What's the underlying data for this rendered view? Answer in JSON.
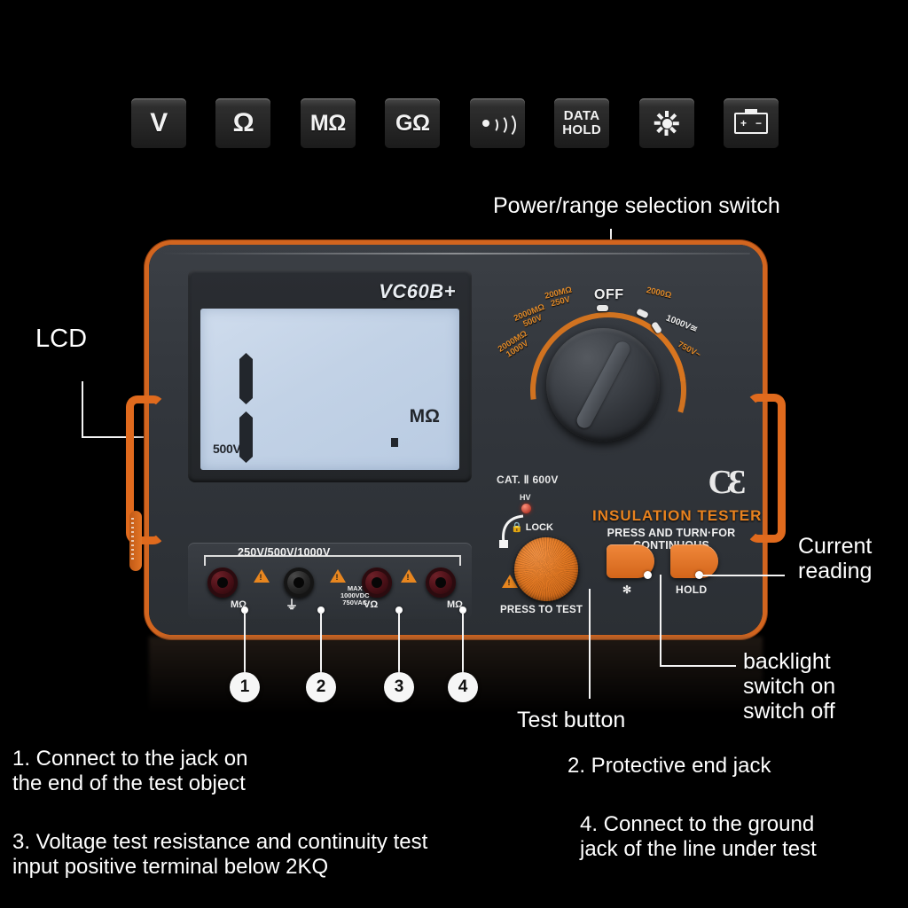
{
  "icon_strip": [
    {
      "name": "volts-icon",
      "glyph": "V",
      "type": "text"
    },
    {
      "name": "ohm-icon",
      "glyph": "Ω",
      "type": "text"
    },
    {
      "name": "megaohm-icon",
      "glyph": "MΩ",
      "type": "text-small"
    },
    {
      "name": "gigaohm-icon",
      "glyph": "GΩ",
      "type": "text-small"
    },
    {
      "name": "continuity-icon",
      "glyph": "",
      "type": "wave"
    },
    {
      "name": "data-hold-icon",
      "glyph": "DATA\nHOLD",
      "type": "twoline"
    },
    {
      "name": "backlight-icon",
      "glyph": "",
      "type": "sun"
    },
    {
      "name": "battery-icon",
      "glyph": "",
      "type": "battery"
    }
  ],
  "battery_icon": {
    "plus": "+",
    "minus": "−"
  },
  "device": {
    "model": "VC60B+",
    "brand": "INSULATION TESTER",
    "cat_rating": "CAT. Ⅱ  600V",
    "ce_mark": "CƐ",
    "hv_label": "HV",
    "lock_label": "LOCK",
    "lock_icon": "🔒",
    "press_and_turn": "PRESS AND TURN·FOR\nCONTINUOUS",
    "press_to_test": "PRESS TO TEST",
    "backlight_button_label": "✻",
    "hold_button_label": "HOLD"
  },
  "lcd": {
    "reading": "1",
    "unit": "MΩ",
    "voltage_annunciator": "500V"
  },
  "dial": {
    "off_label": "OFF",
    "positions": [
      {
        "name": "range-2000mohm-1000v",
        "label": "2000MΩ\n1000V",
        "color": "#e08a2a"
      },
      {
        "name": "range-2000mohm-500v",
        "label": "2000MΩ\n500V",
        "color": "#e08a2a"
      },
      {
        "name": "range-200mohm-250v",
        "label": "200MΩ\n250V",
        "color": "#e08a2a"
      },
      {
        "name": "range-2000ohm",
        "label": "2000Ω",
        "color": "#e08a2a"
      },
      {
        "name": "range-1000v-dc-ac",
        "label": "1000V≊",
        "color": "#f0f0f0"
      },
      {
        "name": "range-750v-ac",
        "label": "750V~",
        "color": "#e08a2a"
      }
    ]
  },
  "jack_panel": {
    "range_label": "250V/500V/1000V",
    "max_warning": "MAX\n1000VDC\n750VAC",
    "jacks": [
      {
        "name": "jack-megaohm-left",
        "label": "MΩ",
        "color": "red"
      },
      {
        "name": "jack-ground",
        "label": "⏚",
        "color": "black"
      },
      {
        "name": "jack-volt-ohm",
        "label": "VΩ",
        "color": "red"
      },
      {
        "name": "jack-megaohm-right",
        "label": "MΩ",
        "color": "red"
      }
    ]
  },
  "callouts": {
    "lcd": "LCD",
    "power_range": "Power/range selection switch",
    "current_reading": "Current\nreading",
    "backlight_switch": "backlight\nswitch on\nswitch off",
    "test_button": "Test button"
  },
  "number_markers": [
    "1",
    "2",
    "3",
    "4"
  ],
  "captions": [
    {
      "name": "caption-1",
      "text": "1. Connect to the jack on\nthe end of the test object"
    },
    {
      "name": "caption-2",
      "text": "2. Protective end jack"
    },
    {
      "name": "caption-3",
      "text": "3. Voltage test resistance and continuity test\ninput positive terminal below 2KQ"
    },
    {
      "name": "caption-4",
      "text": "4. Connect to the ground\njack of the line under test"
    }
  ],
  "colors": {
    "accent_orange": "#e07a23",
    "body_dark": "#32363c",
    "lcd_blue": "#c2d2e6",
    "text_white": "#ffffff"
  }
}
